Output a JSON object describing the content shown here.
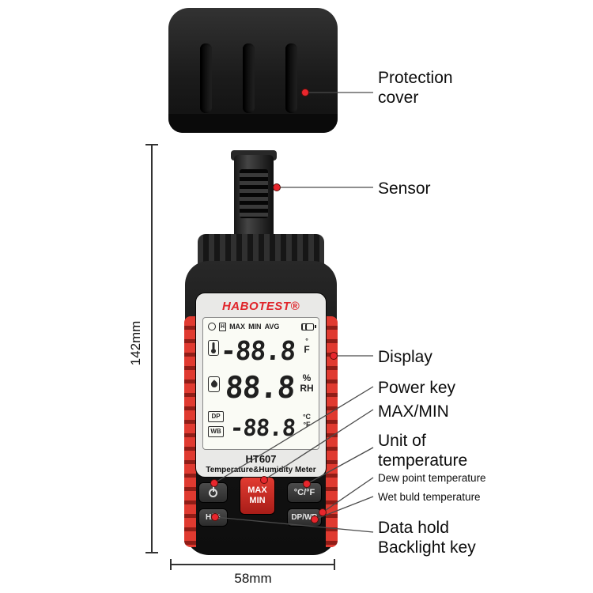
{
  "device": {
    "brand": "HABOTEST®",
    "model": "HT607",
    "subtitle": "Temperature&Humidity Meter",
    "lcd": {
      "status": {
        "h": "H",
        "max": "MAX",
        "min": "MIN",
        "avg": "AVG"
      },
      "row1": {
        "value": "-88.8",
        "deg": "°",
        "unit": "F"
      },
      "row2": {
        "value": "88.8",
        "percent": "%",
        "rh": "RH"
      },
      "row3": {
        "value": "-88.8",
        "dp": "DP",
        "wb": "WB",
        "deg_c": "°C",
        "deg_f": "°F"
      }
    },
    "buttons": {
      "maxmin_top": "MAX",
      "maxmin_bottom": "MIN",
      "unit": "°C/°F",
      "hold": "H/☀",
      "dpwb": "DP/WB"
    }
  },
  "annotations": {
    "protection_cover_1": "Protection",
    "protection_cover_2": "cover",
    "sensor": "Sensor",
    "display": "Display",
    "power_key": "Power key",
    "max_min": "MAX/MIN",
    "unit_1": "Unit of",
    "unit_2": "temperature",
    "dew_point": "Dew point temperature",
    "wet_bulb": "Wet buld temperature",
    "data_hold_1": "Data hold",
    "data_hold_2": "Backlight key"
  },
  "dimensions": {
    "height": "142mm",
    "width": "58mm"
  },
  "colors": {
    "accent_red": "#d9271e",
    "body_black": "#161616",
    "brand_red": "#e0242a"
  }
}
